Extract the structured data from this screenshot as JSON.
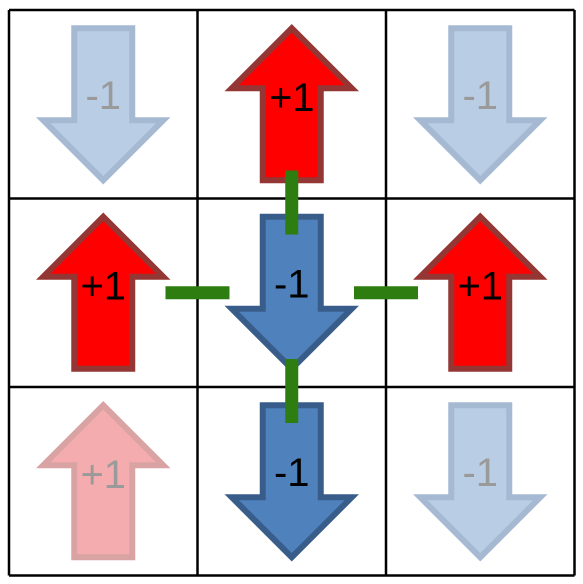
{
  "lattice": {
    "rows": 3,
    "cols": 3,
    "cells": [
      {
        "row": 0,
        "col": 0,
        "spin": "down",
        "label": "-1",
        "faded": true
      },
      {
        "row": 0,
        "col": 1,
        "spin": "up",
        "label": "+1",
        "faded": false
      },
      {
        "row": 0,
        "col": 2,
        "spin": "down",
        "label": "-1",
        "faded": true
      },
      {
        "row": 1,
        "col": 0,
        "spin": "up",
        "label": "+1",
        "faded": false
      },
      {
        "row": 1,
        "col": 1,
        "spin": "down",
        "label": "-1",
        "faded": false
      },
      {
        "row": 1,
        "col": 2,
        "spin": "up",
        "label": "+1",
        "faded": false
      },
      {
        "row": 2,
        "col": 0,
        "spin": "up",
        "label": "+1",
        "faded": true
      },
      {
        "row": 2,
        "col": 1,
        "spin": "down",
        "label": "-1",
        "faded": false
      },
      {
        "row": 2,
        "col": 2,
        "spin": "down",
        "label": "-1",
        "faded": true
      }
    ],
    "bonds": [
      {
        "from": [
          1,
          1
        ],
        "to": [
          0,
          1
        ]
      },
      {
        "from": [
          1,
          1
        ],
        "to": [
          1,
          0
        ]
      },
      {
        "from": [
          1,
          1
        ],
        "to": [
          1,
          2
        ]
      },
      {
        "from": [
          1,
          1
        ],
        "to": [
          2,
          1
        ]
      }
    ]
  },
  "colors": {
    "up_fill": "#ff0000",
    "up_stroke": "#943634",
    "down_fill": "#4f81bd",
    "down_stroke": "#385d8a",
    "up_fill_faded": "#f4acaf",
    "up_stroke_faded": "#d9a3a4",
    "down_fill_faded": "#b9cde5",
    "down_stroke_faded": "#a6b9d3",
    "bond": "#2e7d10",
    "grid": "#000000",
    "label_text": "#000000",
    "label_text_faded": "#9a9a9a"
  }
}
